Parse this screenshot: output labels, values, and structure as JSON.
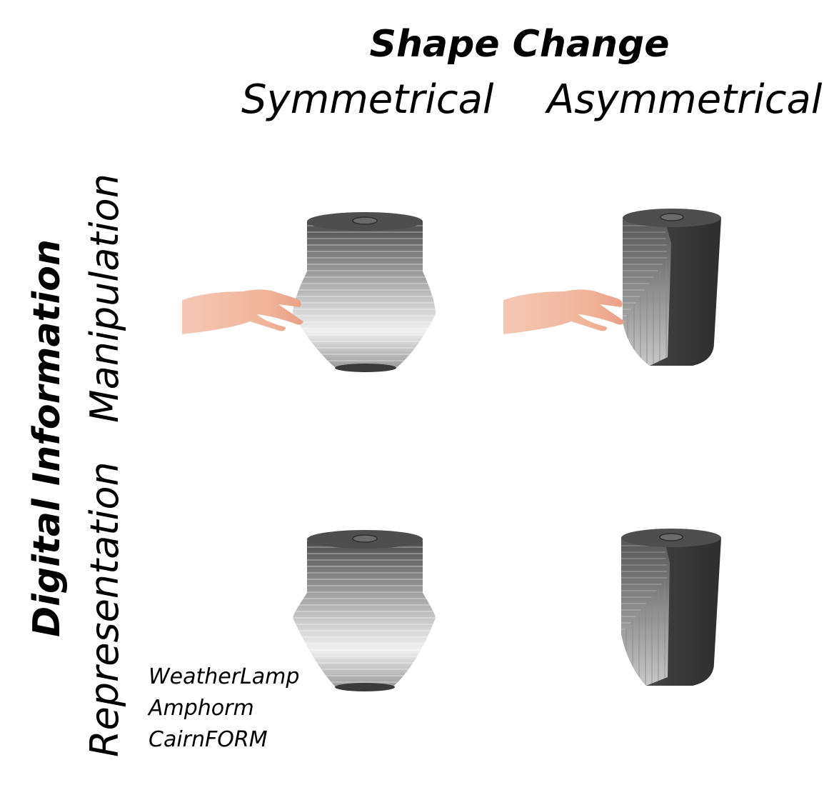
{
  "header": {
    "title": "Shape Change",
    "columns": [
      "Symmetrical",
      "Asymmetrical"
    ]
  },
  "axis": {
    "title": "Digital Information",
    "rows": [
      "Manipulation",
      "Representation"
    ]
  },
  "examples": [
    "WeatherLamp",
    "Amphorm",
    "CairnFORM"
  ],
  "colors": {
    "object_dark": "#454545",
    "object_light": "#e8e8e8",
    "hand": "#f2b8a0"
  },
  "icons": [
    "symmetric-object-icon",
    "asymmetric-object-icon",
    "hand-icon"
  ]
}
